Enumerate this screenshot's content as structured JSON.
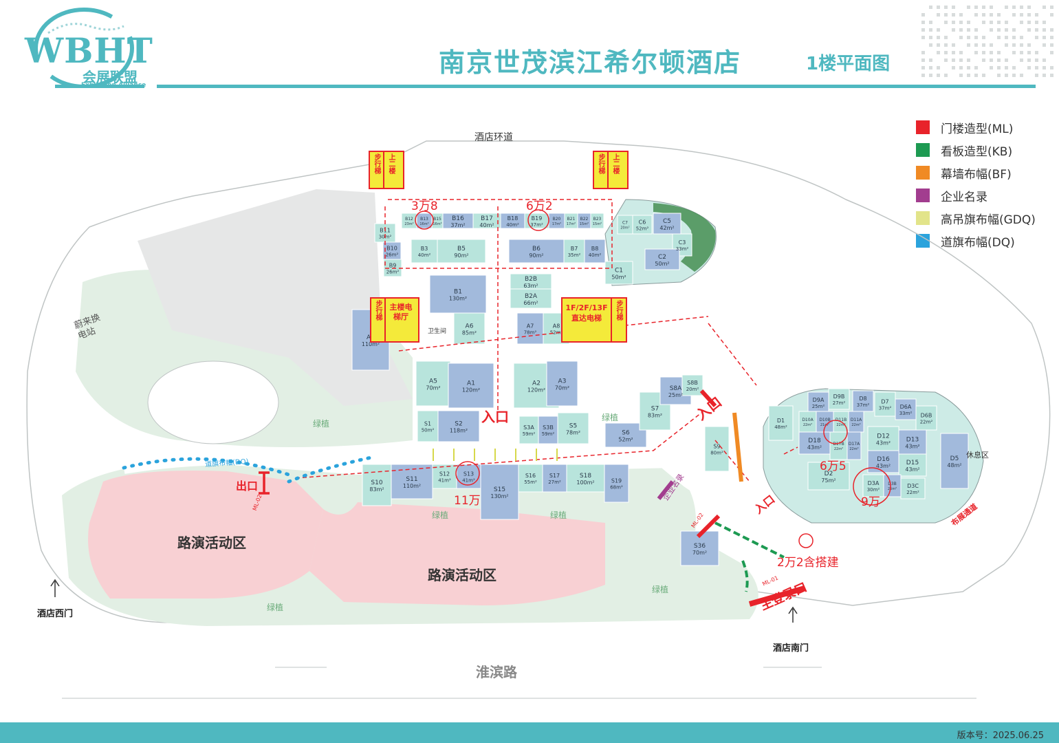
{
  "header": {
    "logo_text": "WBHT",
    "logo_sub": "会展联盟",
    "logo_en": "Exhibition Alliance",
    "title": "南京世茂滨江希尔顿酒店",
    "subtitle": "1楼平面图"
  },
  "legend": [
    {
      "label": "门楼造型(ML)",
      "color": "#e8232a"
    },
    {
      "label": "看板造型(KB)",
      "color": "#1d9a52"
    },
    {
      "label": "幕墙布幅(BF)",
      "color": "#f08a24"
    },
    {
      "label": "企业名录",
      "color": "#a23d8f"
    },
    {
      "label": "高吊旗布幅(GDQ)",
      "color": "#e2e48a"
    },
    {
      "label": "道旗布幅(DQ)",
      "color": "#2ba3dc"
    }
  ],
  "map": {
    "road_top": "酒店环道",
    "road_bottom": "淮滨路",
    "west_gate": "酒店西门",
    "south_gate": "酒店南门",
    "charging_station": "蔚来换电站",
    "green": "绿植",
    "roadshow": "路演活动区",
    "exit": "出口",
    "entrance": "入口",
    "main_registration": "主登录口",
    "company_directory": "企业名录",
    "dq_label": "道旗布幅(DQ)",
    "rest_area": "休息区",
    "setup_passage": "布展通道",
    "toilet": "卫生间",
    "ml01": "ML-01",
    "ml02": "ML-02",
    "stairs_up": "上二楼",
    "walk_stairs": "步行梯",
    "main_elevator": "主楼电梯厅",
    "direct_elevator": "1F/2F/13F直达电梯",
    "price_1": "3万8",
    "price_2": "6万2",
    "price_3": "11万",
    "price_4": "6万5",
    "price_5": "9万",
    "price_6": "2万2含搭建"
  },
  "booths": [
    {
      "id": "B13",
      "area": "16m²"
    },
    {
      "id": "B12",
      "area": "23m²"
    },
    {
      "id": "B15",
      "area": "16m²"
    },
    {
      "id": "B16",
      "area": "37m²"
    },
    {
      "id": "B17",
      "area": "40m²"
    },
    {
      "id": "B18",
      "area": "40m²"
    },
    {
      "id": "B19",
      "area": "37m²"
    },
    {
      "id": "B20",
      "area": "17m²"
    },
    {
      "id": "B21",
      "area": "17m²"
    },
    {
      "id": "B22",
      "area": "15m²"
    },
    {
      "id": "B23",
      "area": "15m²"
    },
    {
      "id": "B11",
      "area": "30m²"
    },
    {
      "id": "B10",
      "area": "26m²"
    },
    {
      "id": "B9",
      "area": "26m²"
    },
    {
      "id": "B3",
      "area": "40m²"
    },
    {
      "id": "B5",
      "area": "90m²"
    },
    {
      "id": "B6",
      "area": "90m²"
    },
    {
      "id": "B7",
      "area": "35m²"
    },
    {
      "id": "B8",
      "area": "40m²"
    },
    {
      "id": "B1",
      "area": "130m²"
    },
    {
      "id": "B2B",
      "area": "63m²"
    },
    {
      "id": "B2A",
      "area": "66m²"
    },
    {
      "id": "A6",
      "area": "85m²"
    },
    {
      "id": "A7",
      "area": "78m²"
    },
    {
      "id": "A8",
      "area": "52m²"
    },
    {
      "id": "A9",
      "area": "110m²"
    },
    {
      "id": "A5",
      "area": "70m²"
    },
    {
      "id": "A1",
      "area": "120m²"
    },
    {
      "id": "A2",
      "area": "120m²"
    },
    {
      "id": "A3",
      "area": "70m²"
    },
    {
      "id": "C7",
      "area": "20m²"
    },
    {
      "id": "C6",
      "area": "52m²"
    },
    {
      "id": "C5",
      "area": "42m²"
    },
    {
      "id": "C3",
      "area": "33m²"
    },
    {
      "id": "C2",
      "area": "50m²"
    },
    {
      "id": "C1",
      "area": "50m²"
    },
    {
      "id": "S1",
      "area": "50m²"
    },
    {
      "id": "S2",
      "area": "118m²"
    },
    {
      "id": "S3A",
      "area": "59m²"
    },
    {
      "id": "S3B",
      "area": "59m²"
    },
    {
      "id": "S5",
      "area": "78m²"
    },
    {
      "id": "S6",
      "area": "52m²"
    },
    {
      "id": "S7",
      "area": "83m²"
    },
    {
      "id": "S8A",
      "area": "25m²"
    },
    {
      "id": "S8B",
      "area": "20m²"
    },
    {
      "id": "S10",
      "area": "83m²"
    },
    {
      "id": "S11",
      "area": "110m²"
    },
    {
      "id": "S12",
      "area": "41m²"
    },
    {
      "id": "S13",
      "area": "41m²"
    },
    {
      "id": "S15",
      "area": "130m²"
    },
    {
      "id": "S16",
      "area": "55m²"
    },
    {
      "id": "S17",
      "area": "27m²"
    },
    {
      "id": "S18",
      "area": "100m²"
    },
    {
      "id": "S19",
      "area": "68m²"
    },
    {
      "id": "S36",
      "area": "70m²"
    },
    {
      "id": "S9",
      "area": "80m²"
    },
    {
      "id": "D1",
      "area": "48m²"
    },
    {
      "id": "D9A",
      "area": "25m²"
    },
    {
      "id": "D9B",
      "area": "27m²"
    },
    {
      "id": "D8",
      "area": "37m²"
    },
    {
      "id": "D7",
      "area": "37m²"
    },
    {
      "id": "D6A",
      "area": "33m²"
    },
    {
      "id": "D6B",
      "area": "22m²"
    },
    {
      "id": "D5",
      "area": "48m²"
    },
    {
      "id": "D10A",
      "area": "22m²"
    },
    {
      "id": "D10B",
      "area": "21m²"
    },
    {
      "id": "D11B",
      "area": "22m²"
    },
    {
      "id": "D11A",
      "area": "22m²"
    },
    {
      "id": "D18",
      "area": "43m²"
    },
    {
      "id": "D17B",
      "area": "22m²"
    },
    {
      "id": "D17A",
      "area": "22m²"
    },
    {
      "id": "D12",
      "area": "43m²"
    },
    {
      "id": "D13",
      "area": "43m²"
    },
    {
      "id": "D16",
      "area": "43m²"
    },
    {
      "id": "D15",
      "area": "43m²"
    },
    {
      "id": "D2",
      "area": "75m²"
    },
    {
      "id": "D3A",
      "area": "30m²"
    },
    {
      "id": "D3B",
      "area": "25m²"
    },
    {
      "id": "D3C",
      "area": "22m²"
    }
  ],
  "footer": {
    "version": "版本号：2025.06.25"
  }
}
